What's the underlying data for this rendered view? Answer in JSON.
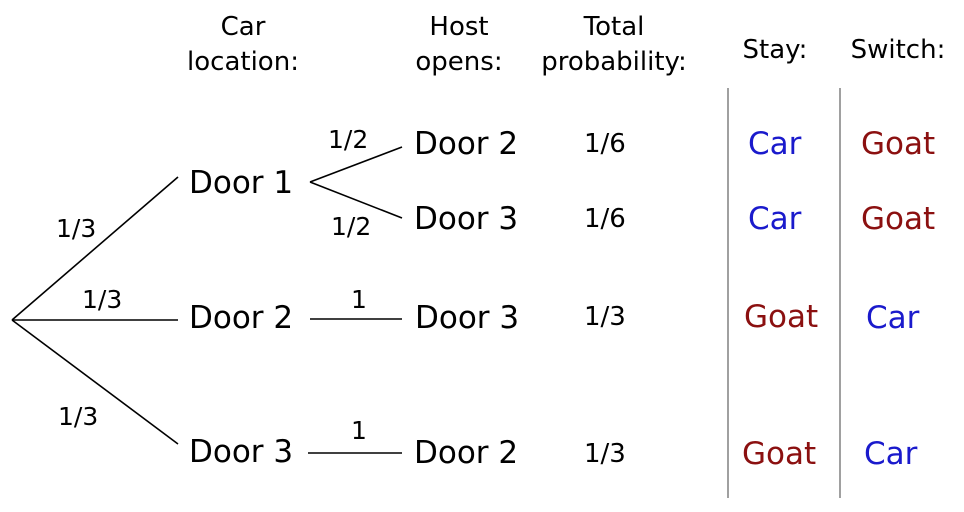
{
  "headers": {
    "car_location": "Car\nlocation:",
    "host_opens": "Host\nopens:",
    "total_probability": "Total\nprobability:",
    "stay": "Stay:",
    "switch": "Switch:"
  },
  "colors": {
    "car": "#1a1acc",
    "goat": "#8b1010",
    "line": "#000000",
    "divider": "#888888"
  },
  "branch_probs": {
    "to_door1": "1/3",
    "to_door2": "1/3",
    "to_door3": "1/3"
  },
  "car_nodes": {
    "door1": "Door 1",
    "door2": "Door 2",
    "door3": "Door 3"
  },
  "rows": [
    {
      "branch_prob": "1/2",
      "host": "Door 2",
      "total": "1/6",
      "stay": "Car",
      "switch": "Goat"
    },
    {
      "branch_prob": "1/2",
      "host": "Door 3",
      "total": "1/6",
      "stay": "Car",
      "switch": "Goat"
    },
    {
      "branch_prob": "1",
      "host": "Door 3",
      "total": "1/3",
      "stay": "Goat",
      "switch": "Car"
    },
    {
      "branch_prob": "1",
      "host": "Door 2",
      "total": "1/3",
      "stay": "Goat",
      "switch": "Car"
    }
  ]
}
